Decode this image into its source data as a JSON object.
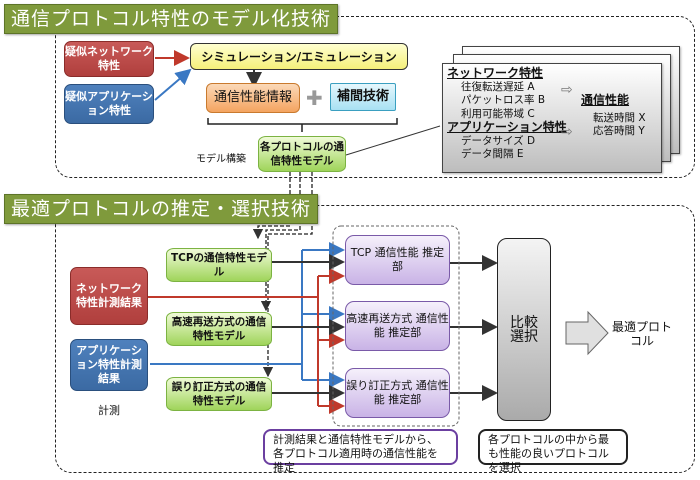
{
  "section1": {
    "title": "通信プロトコル特性のモデル化技術",
    "pseudo_network": "疑似ネットワーク特性",
    "pseudo_application": "疑似アプリケーション特性",
    "simulation": "シミュレーション/エミュレーション",
    "perf_info": "通信性能情報",
    "interpolation": "補間技術",
    "model_build_label": "モデル構築",
    "model_db": "各プロトコルの通信特性モデル",
    "card": {
      "network_heading": "ネットワーク特性",
      "network_items": [
        {
          "label": "往復転送遅延",
          "var": "A"
        },
        {
          "label": "パケットロス率",
          "var": "B"
        },
        {
          "label": "利用可能帯域",
          "var": "C"
        }
      ],
      "app_heading": "アプリケーション特性",
      "app_items": [
        {
          "label": "データサイズ",
          "var": "D"
        },
        {
          "label": "データ間隔",
          "var": "E"
        }
      ],
      "perf_heading": "通信性能",
      "perf_items": [
        {
          "label": "転送時間",
          "var": "X"
        },
        {
          "label": "応答時間",
          "var": "Y"
        }
      ]
    }
  },
  "section2": {
    "title": "最適プロトコルの推定・選択技術",
    "network_measure": "ネットワーク特性計測結果",
    "app_measure": "アプリケーション特性計測結果",
    "measure_label": "計測",
    "models": [
      "TCPの通信特性モデル",
      "高速再送方式の通信特性モデル",
      "誤り訂正方式の通信特性モデル"
    ],
    "estimators": [
      "TCP 通信性能 推定部",
      "高速再送方式 通信性能 推定部",
      "誤り訂正方式 通信性能 推定部"
    ],
    "compare": "比較選択",
    "optimal": "最適プロトコル",
    "callout_estimate": "計測結果と通信特性モデルから、各プロトコル適用時の通信性能を推定",
    "callout_select": "各プロトコルの中から最も性能の良いプロトコルを選択"
  },
  "colors": {
    "section_title_bg": "#7f9a3c",
    "network_red": "#c0504d",
    "application_blue": "#4f81bd",
    "model_green": "#9fd45a",
    "estimator_purple": "#c9b3e6"
  }
}
